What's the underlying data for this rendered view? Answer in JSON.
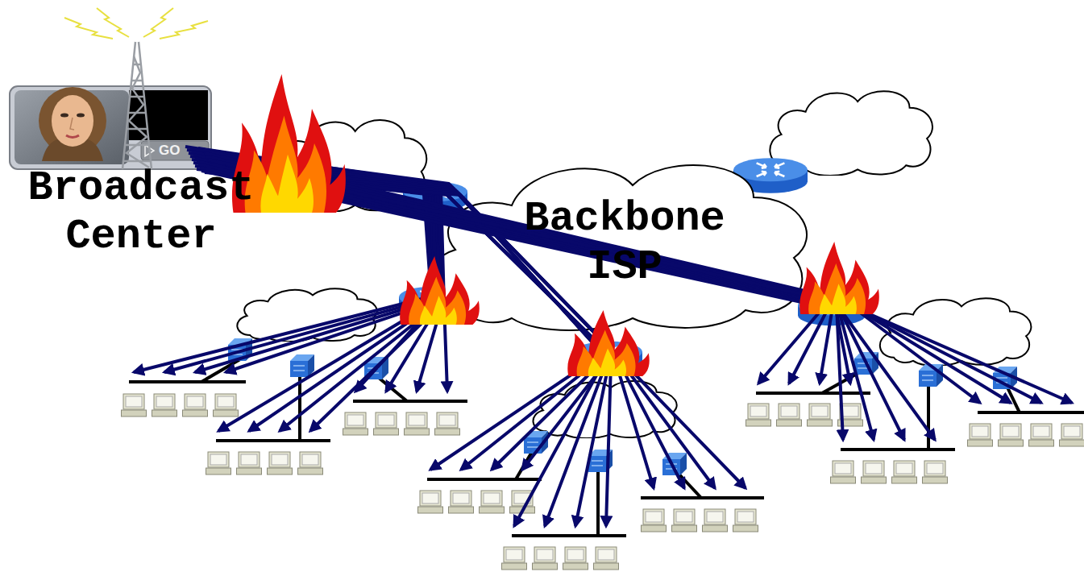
{
  "diagram": {
    "nodes": [
      {
        "text": [
          "Broadcast Center"
        ]
      },
      {
        "text": [
          "Backbone ISP"
        ]
      }
    ],
    "labels": [
      "GO"
    ]
  }
}
